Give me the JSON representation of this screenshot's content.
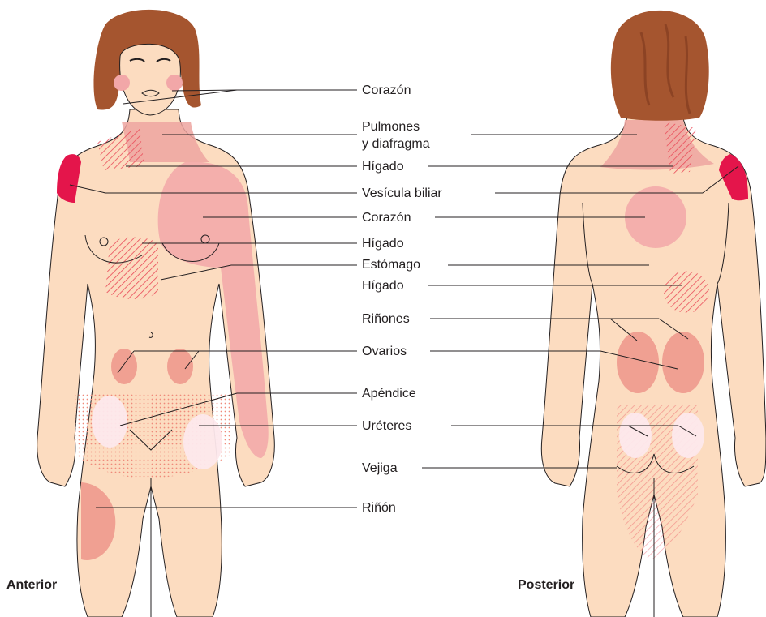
{
  "views": {
    "anterior": "Anterior",
    "posterior": "Posterior"
  },
  "labels": [
    {
      "id": "corazon-1",
      "text": "Corazón"
    },
    {
      "id": "pulmones-line1",
      "text": "Pulmones"
    },
    {
      "id": "pulmones-line2",
      "text": "y diafragma"
    },
    {
      "id": "higado-1",
      "text": "Hígado"
    },
    {
      "id": "vesicula",
      "text": "Vesícula biliar"
    },
    {
      "id": "corazon-2",
      "text": "Corazón"
    },
    {
      "id": "higado-2",
      "text": "Hígado"
    },
    {
      "id": "estomago",
      "text": "Estómago"
    },
    {
      "id": "higado-3",
      "text": "Hígado"
    },
    {
      "id": "rinones",
      "text": "Riñones"
    },
    {
      "id": "ovarios",
      "text": "Ovarios"
    },
    {
      "id": "apendice",
      "text": "Apéndice"
    },
    {
      "id": "ureteres",
      "text": "Uréteres"
    },
    {
      "id": "vejiga",
      "text": "Vejiga"
    },
    {
      "id": "rinon",
      "text": "Riñón"
    }
  ],
  "colors": {
    "skin": "#fcdcc0",
    "outline": "#231f20",
    "hair": "#a5552f",
    "referred_pain": "#f2a7a8",
    "intense_pain": "#e4154b",
    "light_zone": "#fde8ec",
    "hatch": "#ea4a58",
    "dots": "#ef8a7a"
  }
}
